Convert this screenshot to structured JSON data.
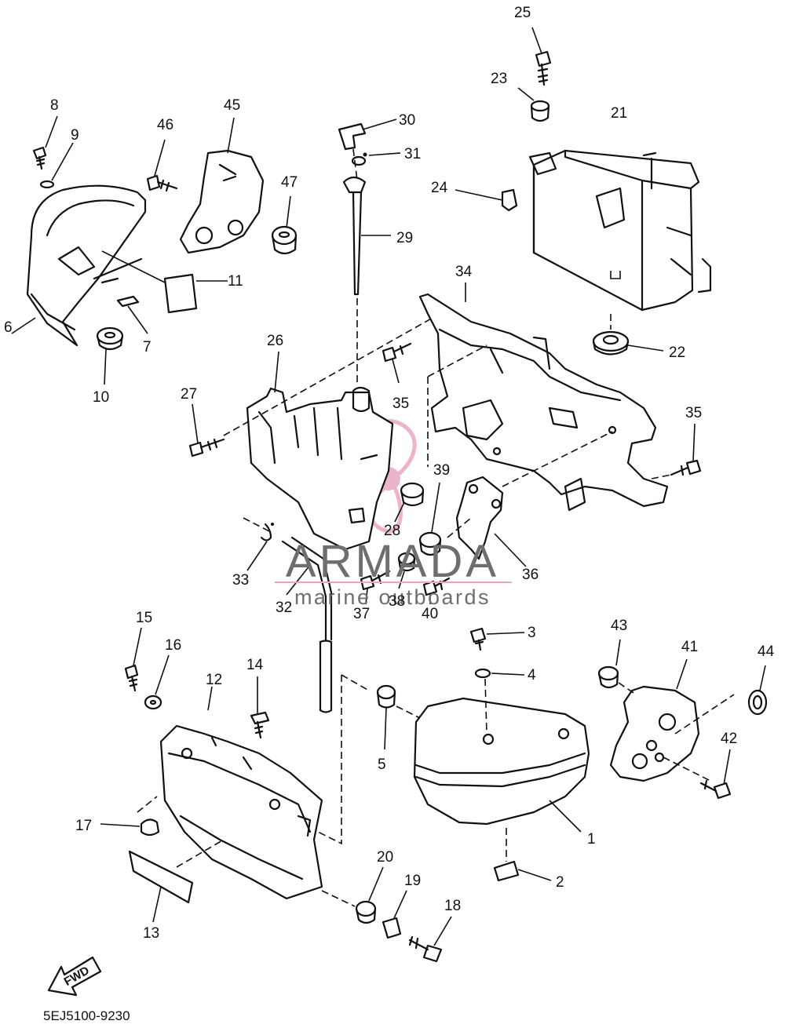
{
  "diagram_code": "5EJ5100-9230",
  "fwd_label": "FWD",
  "watermark": {
    "brand": "ARMADA",
    "tagline": "marine outboards",
    "brand_color": "#6e6e6e",
    "logo_color": "#e8a6c4"
  },
  "colors": {
    "line": "#111111",
    "background": "#ffffff"
  },
  "callouts": [
    {
      "id": "1",
      "text": "1"
    },
    {
      "id": "2",
      "text": "2"
    },
    {
      "id": "3",
      "text": "3"
    },
    {
      "id": "4",
      "text": "4"
    },
    {
      "id": "5",
      "text": "5"
    },
    {
      "id": "6",
      "text": "6"
    },
    {
      "id": "7",
      "text": "7"
    },
    {
      "id": "8",
      "text": "8"
    },
    {
      "id": "9",
      "text": "9"
    },
    {
      "id": "10",
      "text": "10"
    },
    {
      "id": "11",
      "text": "11"
    },
    {
      "id": "12",
      "text": "12"
    },
    {
      "id": "13",
      "text": "13"
    },
    {
      "id": "14",
      "text": "14"
    },
    {
      "id": "15",
      "text": "15"
    },
    {
      "id": "16",
      "text": "16"
    },
    {
      "id": "17",
      "text": "17"
    },
    {
      "id": "18",
      "text": "18"
    },
    {
      "id": "19",
      "text": "19"
    },
    {
      "id": "20",
      "text": "20"
    },
    {
      "id": "21",
      "text": "21"
    },
    {
      "id": "22",
      "text": "22"
    },
    {
      "id": "23",
      "text": "23"
    },
    {
      "id": "24",
      "text": "24"
    },
    {
      "id": "25",
      "text": "25"
    },
    {
      "id": "26",
      "text": "26"
    },
    {
      "id": "27",
      "text": "27"
    },
    {
      "id": "28",
      "text": "28"
    },
    {
      "id": "29",
      "text": "29"
    },
    {
      "id": "30",
      "text": "30"
    },
    {
      "id": "31",
      "text": "31"
    },
    {
      "id": "32",
      "text": "32"
    },
    {
      "id": "33",
      "text": "33"
    },
    {
      "id": "34",
      "text": "34"
    },
    {
      "id": "35a",
      "text": "35"
    },
    {
      "id": "35b",
      "text": "35"
    },
    {
      "id": "36",
      "text": "36"
    },
    {
      "id": "37",
      "text": "37"
    },
    {
      "id": "38",
      "text": "38"
    },
    {
      "id": "39",
      "text": "39"
    },
    {
      "id": "40",
      "text": "40"
    },
    {
      "id": "41",
      "text": "41"
    },
    {
      "id": "42",
      "text": "42"
    },
    {
      "id": "43",
      "text": "43"
    },
    {
      "id": "44",
      "text": "44"
    },
    {
      "id": "45",
      "text": "45"
    },
    {
      "id": "46",
      "text": "46"
    },
    {
      "id": "47",
      "text": "47"
    }
  ]
}
